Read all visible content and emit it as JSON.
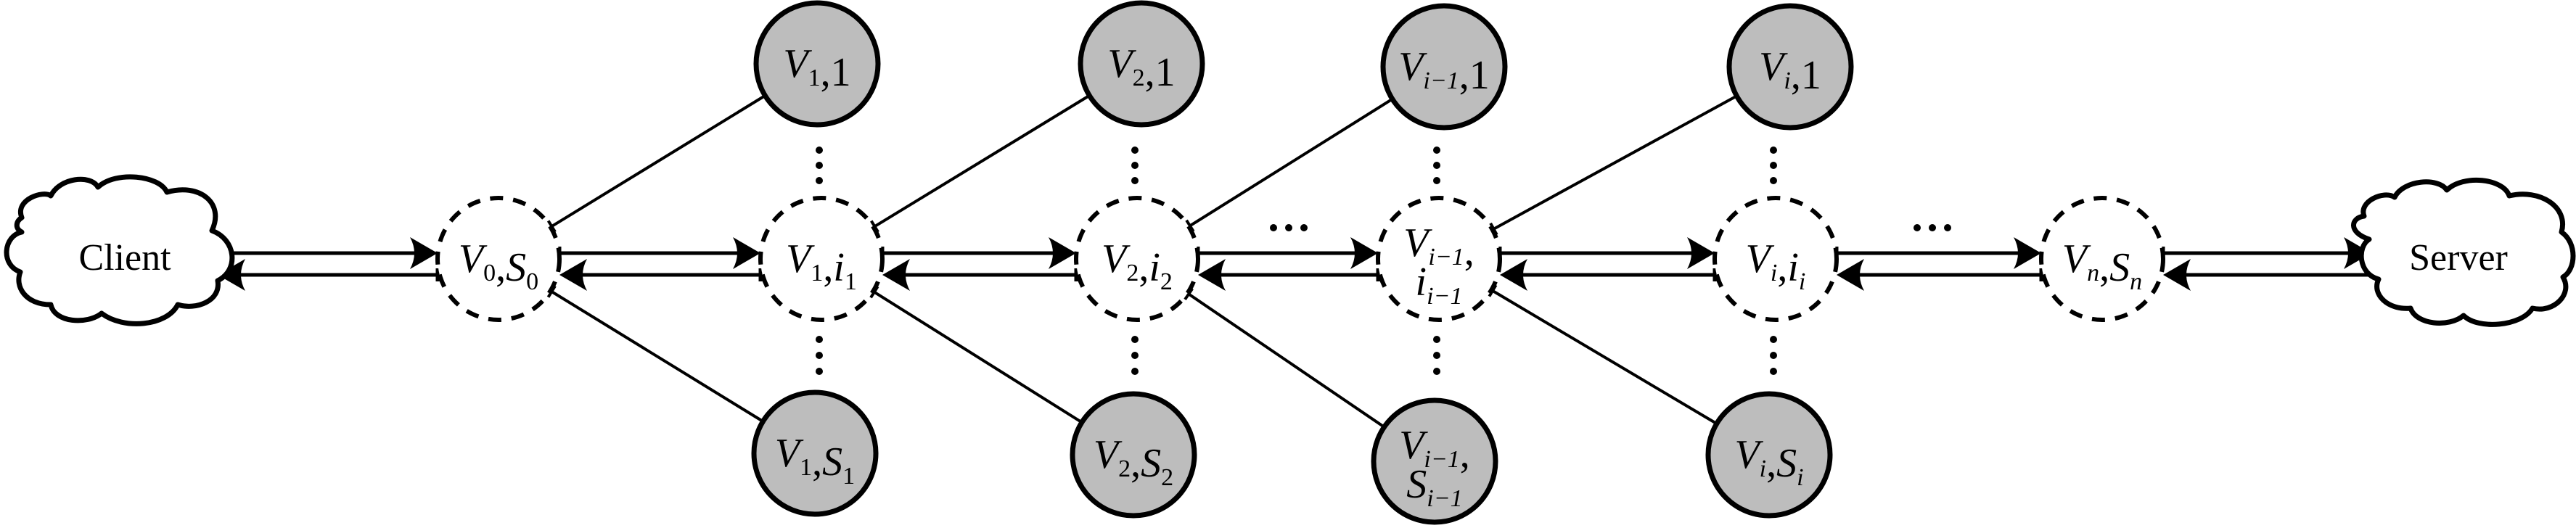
{
  "diagram": {
    "title": "Client–Server relay chain with multiple sub-nodes",
    "colors": {
      "stroke": "#000000",
      "solid_node_fill": "#bdbdbd",
      "dashed_node_fill": "#ffffff"
    },
    "endpoints": {
      "client": {
        "label": "Client"
      },
      "server": {
        "label": "Server"
      }
    },
    "chain_nodes": [
      {
        "id": "v0s0",
        "parts": [
          {
            "t": "V",
            "s": "0"
          },
          {
            "t": ",",
            "s": ""
          },
          {
            "t": "S",
            "s": "0"
          }
        ]
      },
      {
        "id": "v1i1",
        "parts": [
          {
            "t": "V",
            "s": "1"
          },
          {
            "t": ",",
            "s": ""
          },
          {
            "t": "i",
            "s": "1"
          }
        ]
      },
      {
        "id": "v2i2",
        "parts": [
          {
            "t": "V",
            "s": "2"
          },
          {
            "t": ",",
            "s": ""
          },
          {
            "t": "i",
            "s": "2"
          }
        ]
      },
      {
        "id": "vim1",
        "two_line": true,
        "parts": [
          {
            "t": "V",
            "s": "i−1"
          },
          {
            "t": ",",
            "s": ""
          }
        ],
        "parts2": [
          {
            "t": "i",
            "s": "i−1"
          }
        ]
      },
      {
        "id": "viii",
        "parts": [
          {
            "t": "V",
            "s": "i"
          },
          {
            "t": ",",
            "s": ""
          },
          {
            "t": "i",
            "s": "i"
          }
        ]
      },
      {
        "id": "vnsn",
        "parts": [
          {
            "t": "V",
            "s": "n"
          },
          {
            "t": ",",
            "s": ""
          },
          {
            "t": "S",
            "s": "n"
          }
        ]
      }
    ],
    "top_nodes": [
      {
        "id": "v1-1",
        "parts": [
          {
            "t": "V",
            "s": "1"
          },
          {
            "t": ",1",
            "s": ""
          }
        ]
      },
      {
        "id": "v2-1",
        "parts": [
          {
            "t": "V",
            "s": "2"
          },
          {
            "t": ",1",
            "s": ""
          }
        ]
      },
      {
        "id": "vim1-1",
        "parts": [
          {
            "t": "V",
            "s": "i−1"
          },
          {
            "t": ",1",
            "s": ""
          }
        ]
      },
      {
        "id": "vi-1",
        "parts": [
          {
            "t": "V",
            "s": "i"
          },
          {
            "t": ",1",
            "s": ""
          }
        ]
      }
    ],
    "bottom_nodes": [
      {
        "id": "v1-s1",
        "parts": [
          {
            "t": "V",
            "s": "1"
          },
          {
            "t": ",",
            "s": ""
          },
          {
            "t": "S",
            "s": "1"
          }
        ]
      },
      {
        "id": "v2-s2",
        "parts": [
          {
            "t": "V",
            "s": "2"
          },
          {
            "t": ",",
            "s": ""
          },
          {
            "t": "S",
            "s": "2"
          }
        ]
      },
      {
        "id": "vim1-sim1",
        "two_line": true,
        "parts": [
          {
            "t": "V",
            "s": "i−1"
          },
          {
            "t": ",",
            "s": ""
          }
        ],
        "parts2": [
          {
            "t": "S",
            "s": "i−1"
          }
        ]
      },
      {
        "id": "vi-si",
        "parts": [
          {
            "t": "V",
            "s": "i"
          },
          {
            "t": ",",
            "s": ""
          },
          {
            "t": "S",
            "s": "i"
          }
        ]
      }
    ],
    "gap_ellipsis": "…",
    "vertical_ellipsis": "⋮"
  }
}
